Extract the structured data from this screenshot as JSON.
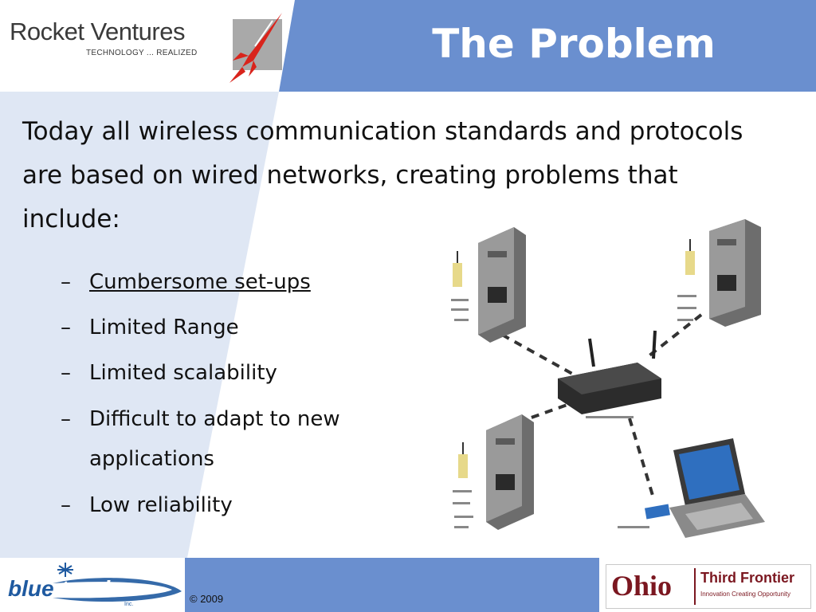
{
  "header": {
    "title": "The Problem",
    "logo": {
      "name": "Rocket Ventures",
      "tagline": "TECHNOLOGY ... REALIZED"
    }
  },
  "content": {
    "intro": "Today all wireless communication standards and protocols are based on wired networks, creating problems that include:",
    "bullet_marker": "–",
    "bullets": [
      "Cumbersome set-ups",
      "Limited Range",
      "Limited scalability",
      "Difficult to adapt to new applications",
      "Low reliability"
    ],
    "illustration": "wireless-network-illustration"
  },
  "footer": {
    "copyright": "© 2009",
    "left_logo": "bluetronix",
    "right_logo": {
      "ohio": "Ohio",
      "name": "Third Frontier",
      "tagline": "Innovation Creating Opportunity"
    }
  },
  "colors": {
    "accent_blue": "#6a8fcf",
    "light_panel": "#dfe7f4",
    "rocket_red": "#d9241c",
    "ohio_red": "#7b1720",
    "bluetronix_blue": "#1f5aa0"
  }
}
